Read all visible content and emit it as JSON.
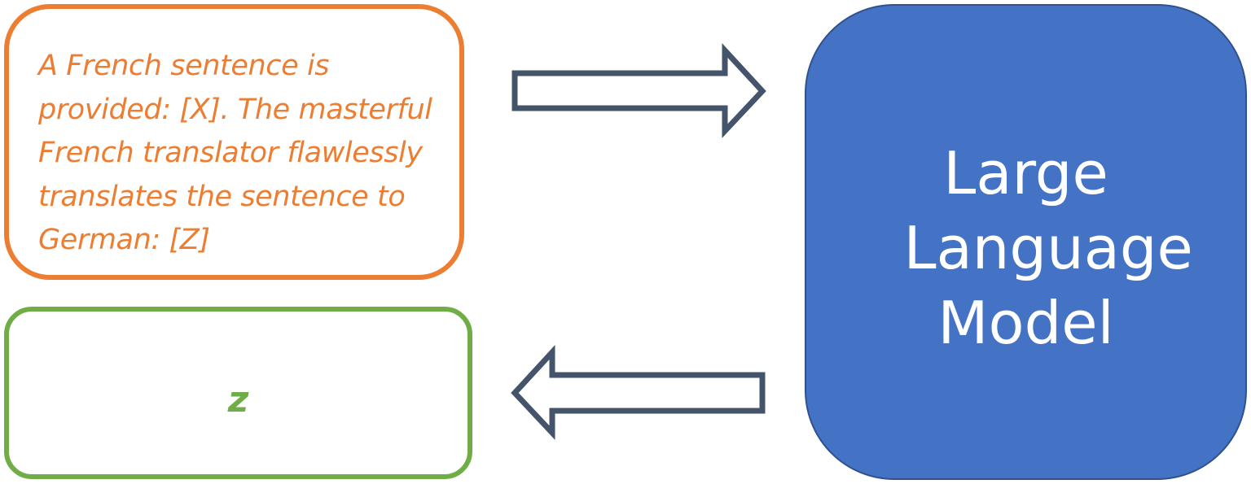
{
  "prompt_box": {
    "text": "A French sentence is provided: [X]. The masterful French translator flawlessly translates the sentence to German: [Z]"
  },
  "output_box": {
    "text": "z"
  },
  "model_box": {
    "label": "Large Language Model"
  },
  "colors": {
    "prompt": "#ED7D31",
    "output": "#70AD47",
    "model_fill": "#4472C4",
    "model_border": "#2F528F",
    "arrow_stroke": "#44546A"
  },
  "arrows": [
    {
      "direction": "right",
      "from": "prompt_box",
      "to": "model_box"
    },
    {
      "direction": "left",
      "from": "model_box",
      "to": "output_box"
    }
  ]
}
